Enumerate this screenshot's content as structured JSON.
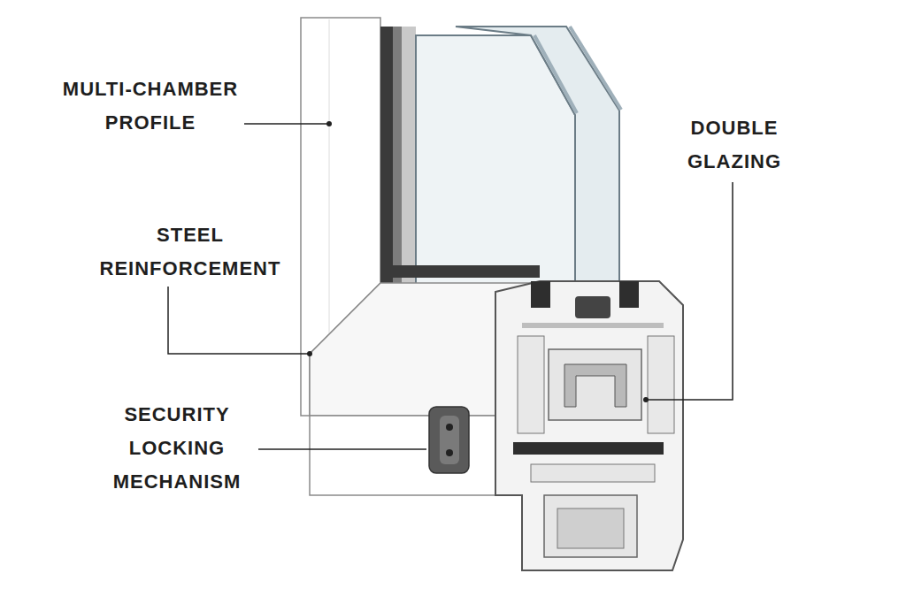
{
  "diagram": {
    "labels": [
      "MULTI-CHAMBER PROFILE",
      "STEEL REINFORCEMENT",
      "SECURITY LOCKING MECHANISM",
      "DOUBLE GLAZING"
    ]
  }
}
